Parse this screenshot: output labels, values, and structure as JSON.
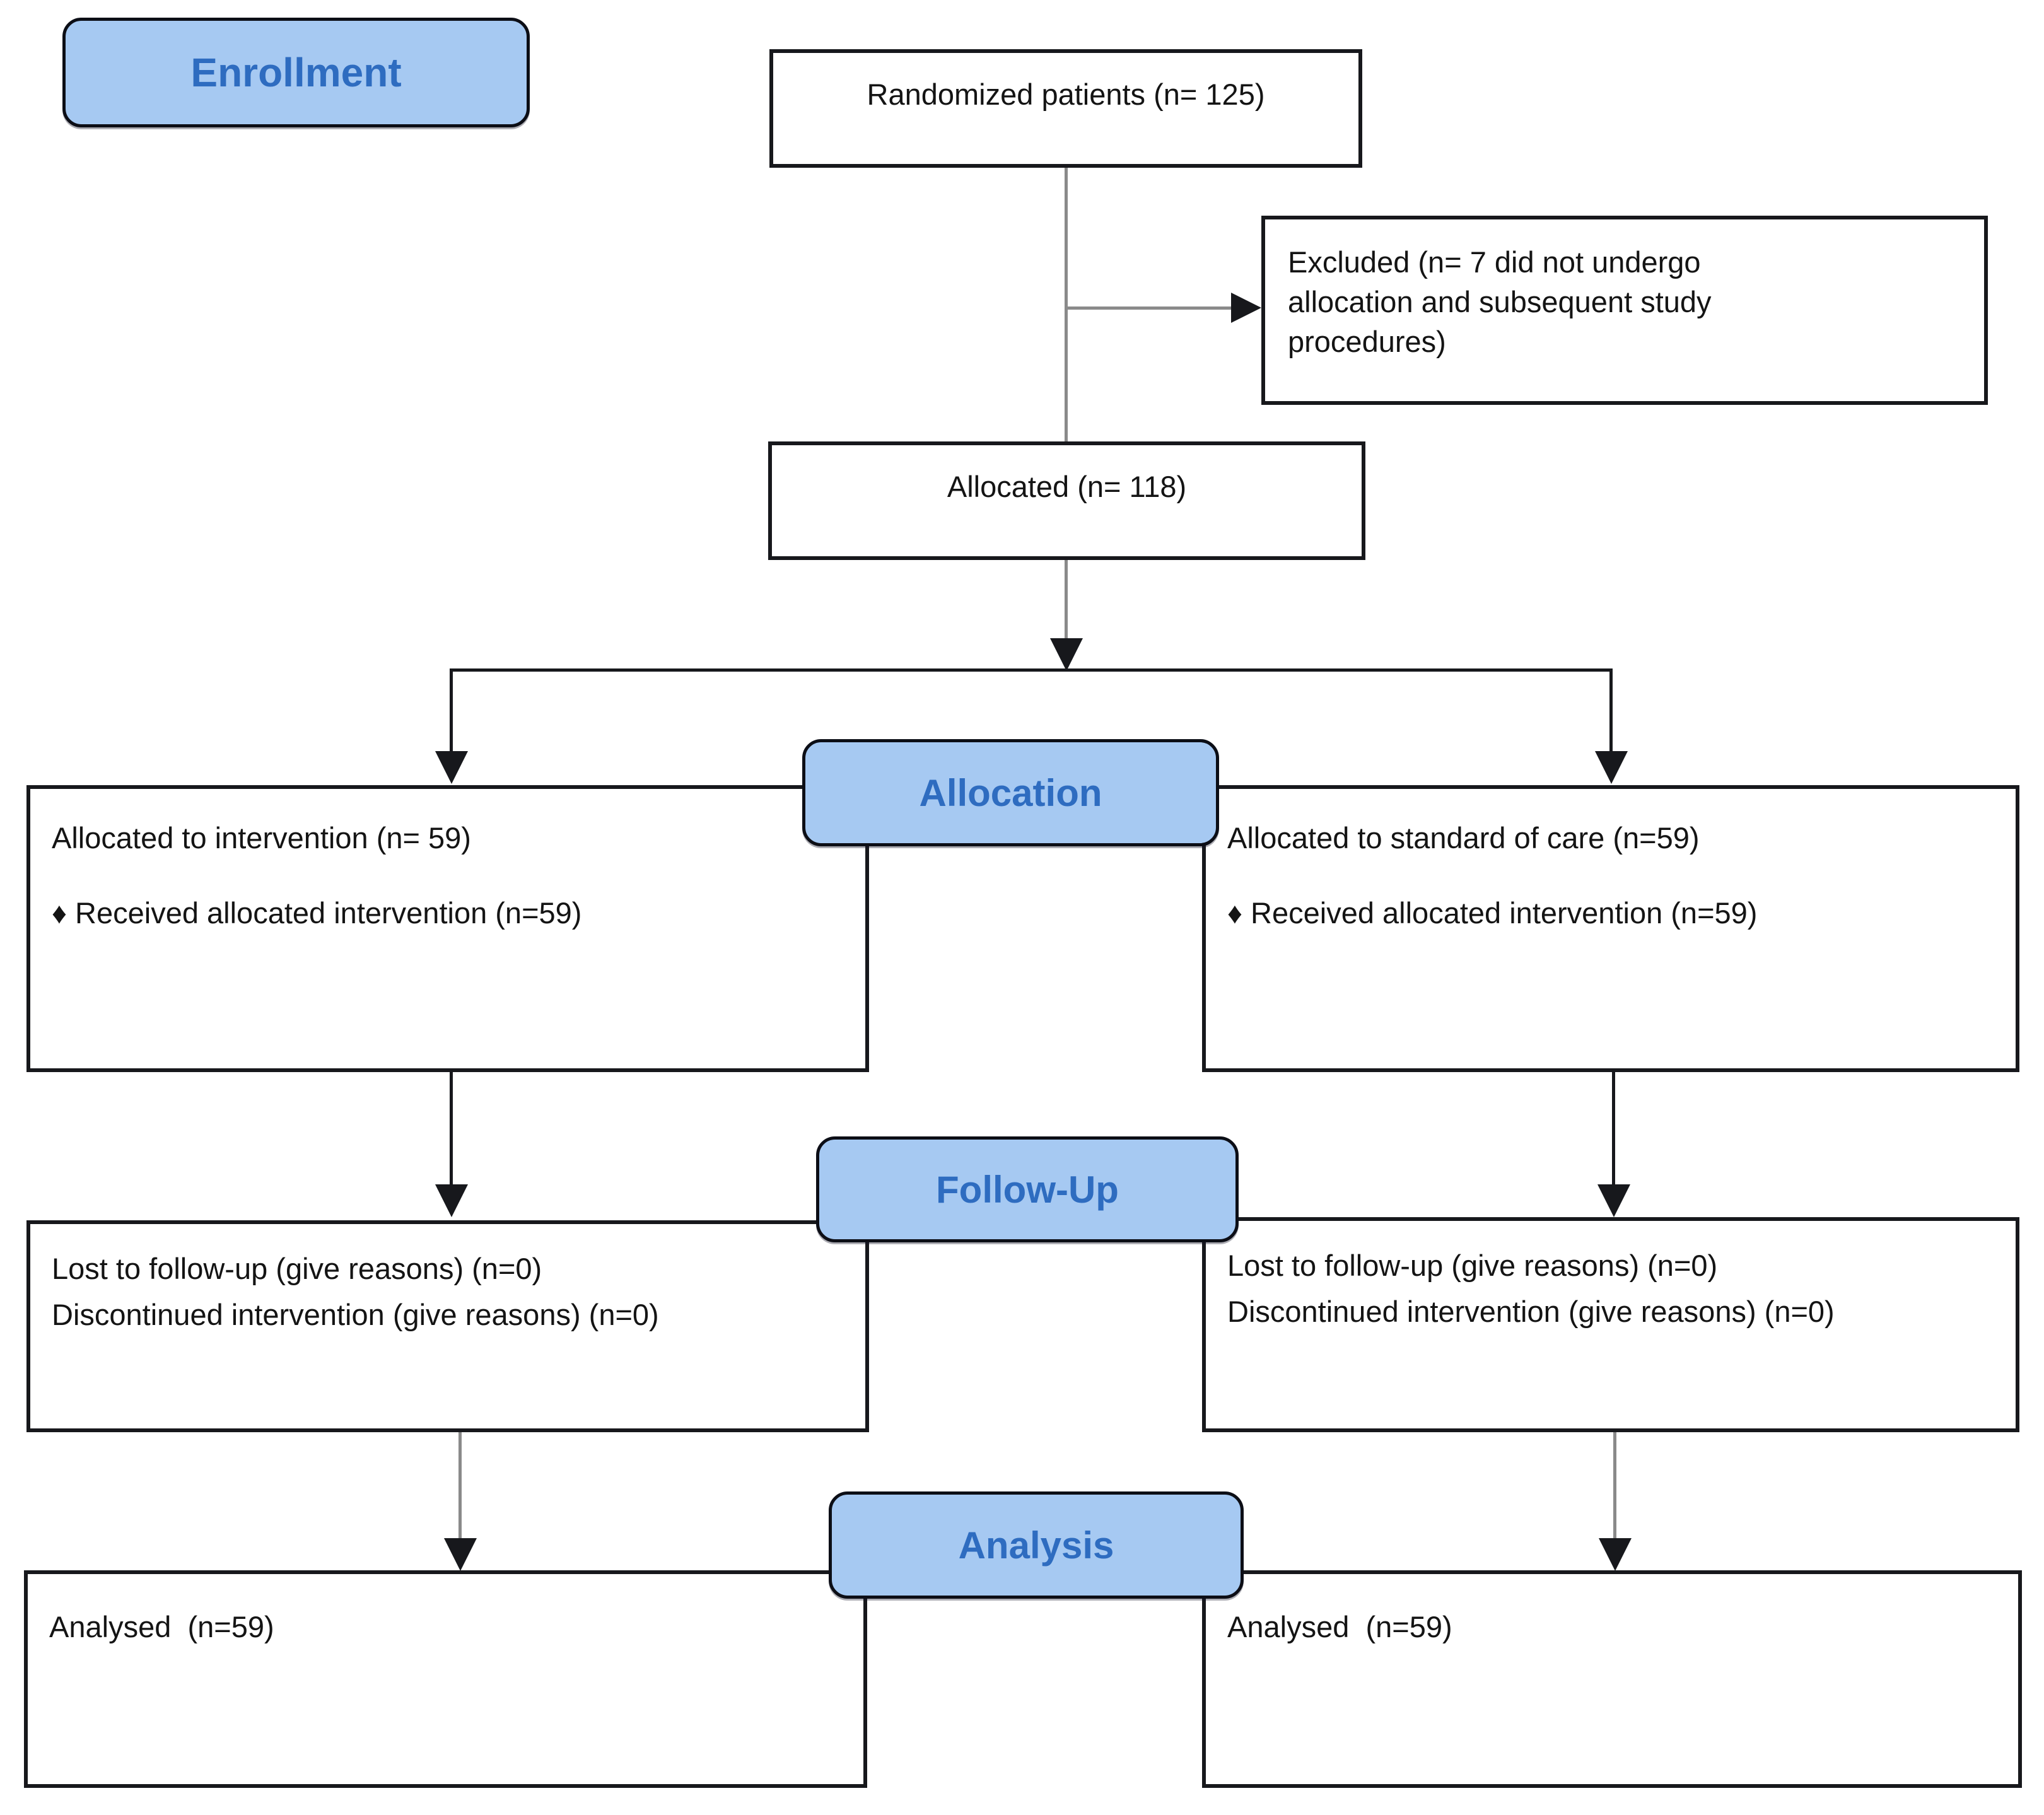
{
  "stages": {
    "enrollment": "Enrollment",
    "allocation": "Allocation",
    "followup": "Follow-Up",
    "analysis": "Analysis"
  },
  "boxes": {
    "randomized": "Randomized patients (n= 125)",
    "excluded": {
      "line1": "Excluded (n= 7 did not undergo",
      "line2": "allocation and subsequent study",
      "line3": "procedures)"
    },
    "allocated": "Allocated (n= 118)",
    "intervention_arm": {
      "line1": "Allocated to intervention (n= 59)",
      "line2": "♦ Received allocated intervention (n=59)"
    },
    "standard_care_arm": {
      "line1": "Allocated to standard of care (n=59)",
      "line2": "♦ Received allocated intervention (n=59)"
    },
    "followup_left": {
      "line1": "Lost to follow-up (give reasons) (n=0)",
      "line2": "Discontinued intervention (give reasons) (n=0)"
    },
    "followup_right": {
      "line1": "Lost to follow-up (give reasons) (n=0)",
      "line2": "Discontinued intervention (give reasons) (n=0)"
    },
    "analysis_left": "Analysed  (n=59)",
    "analysis_right": "Analysed  (n=59)"
  },
  "colors": {
    "stage_fill": "#a6c9f2",
    "stage_text": "#2e6cc0",
    "box_border": "#17181c",
    "connector_gray": "#8a8a8a",
    "body_text": "#141414",
    "background": "#ffffff"
  }
}
